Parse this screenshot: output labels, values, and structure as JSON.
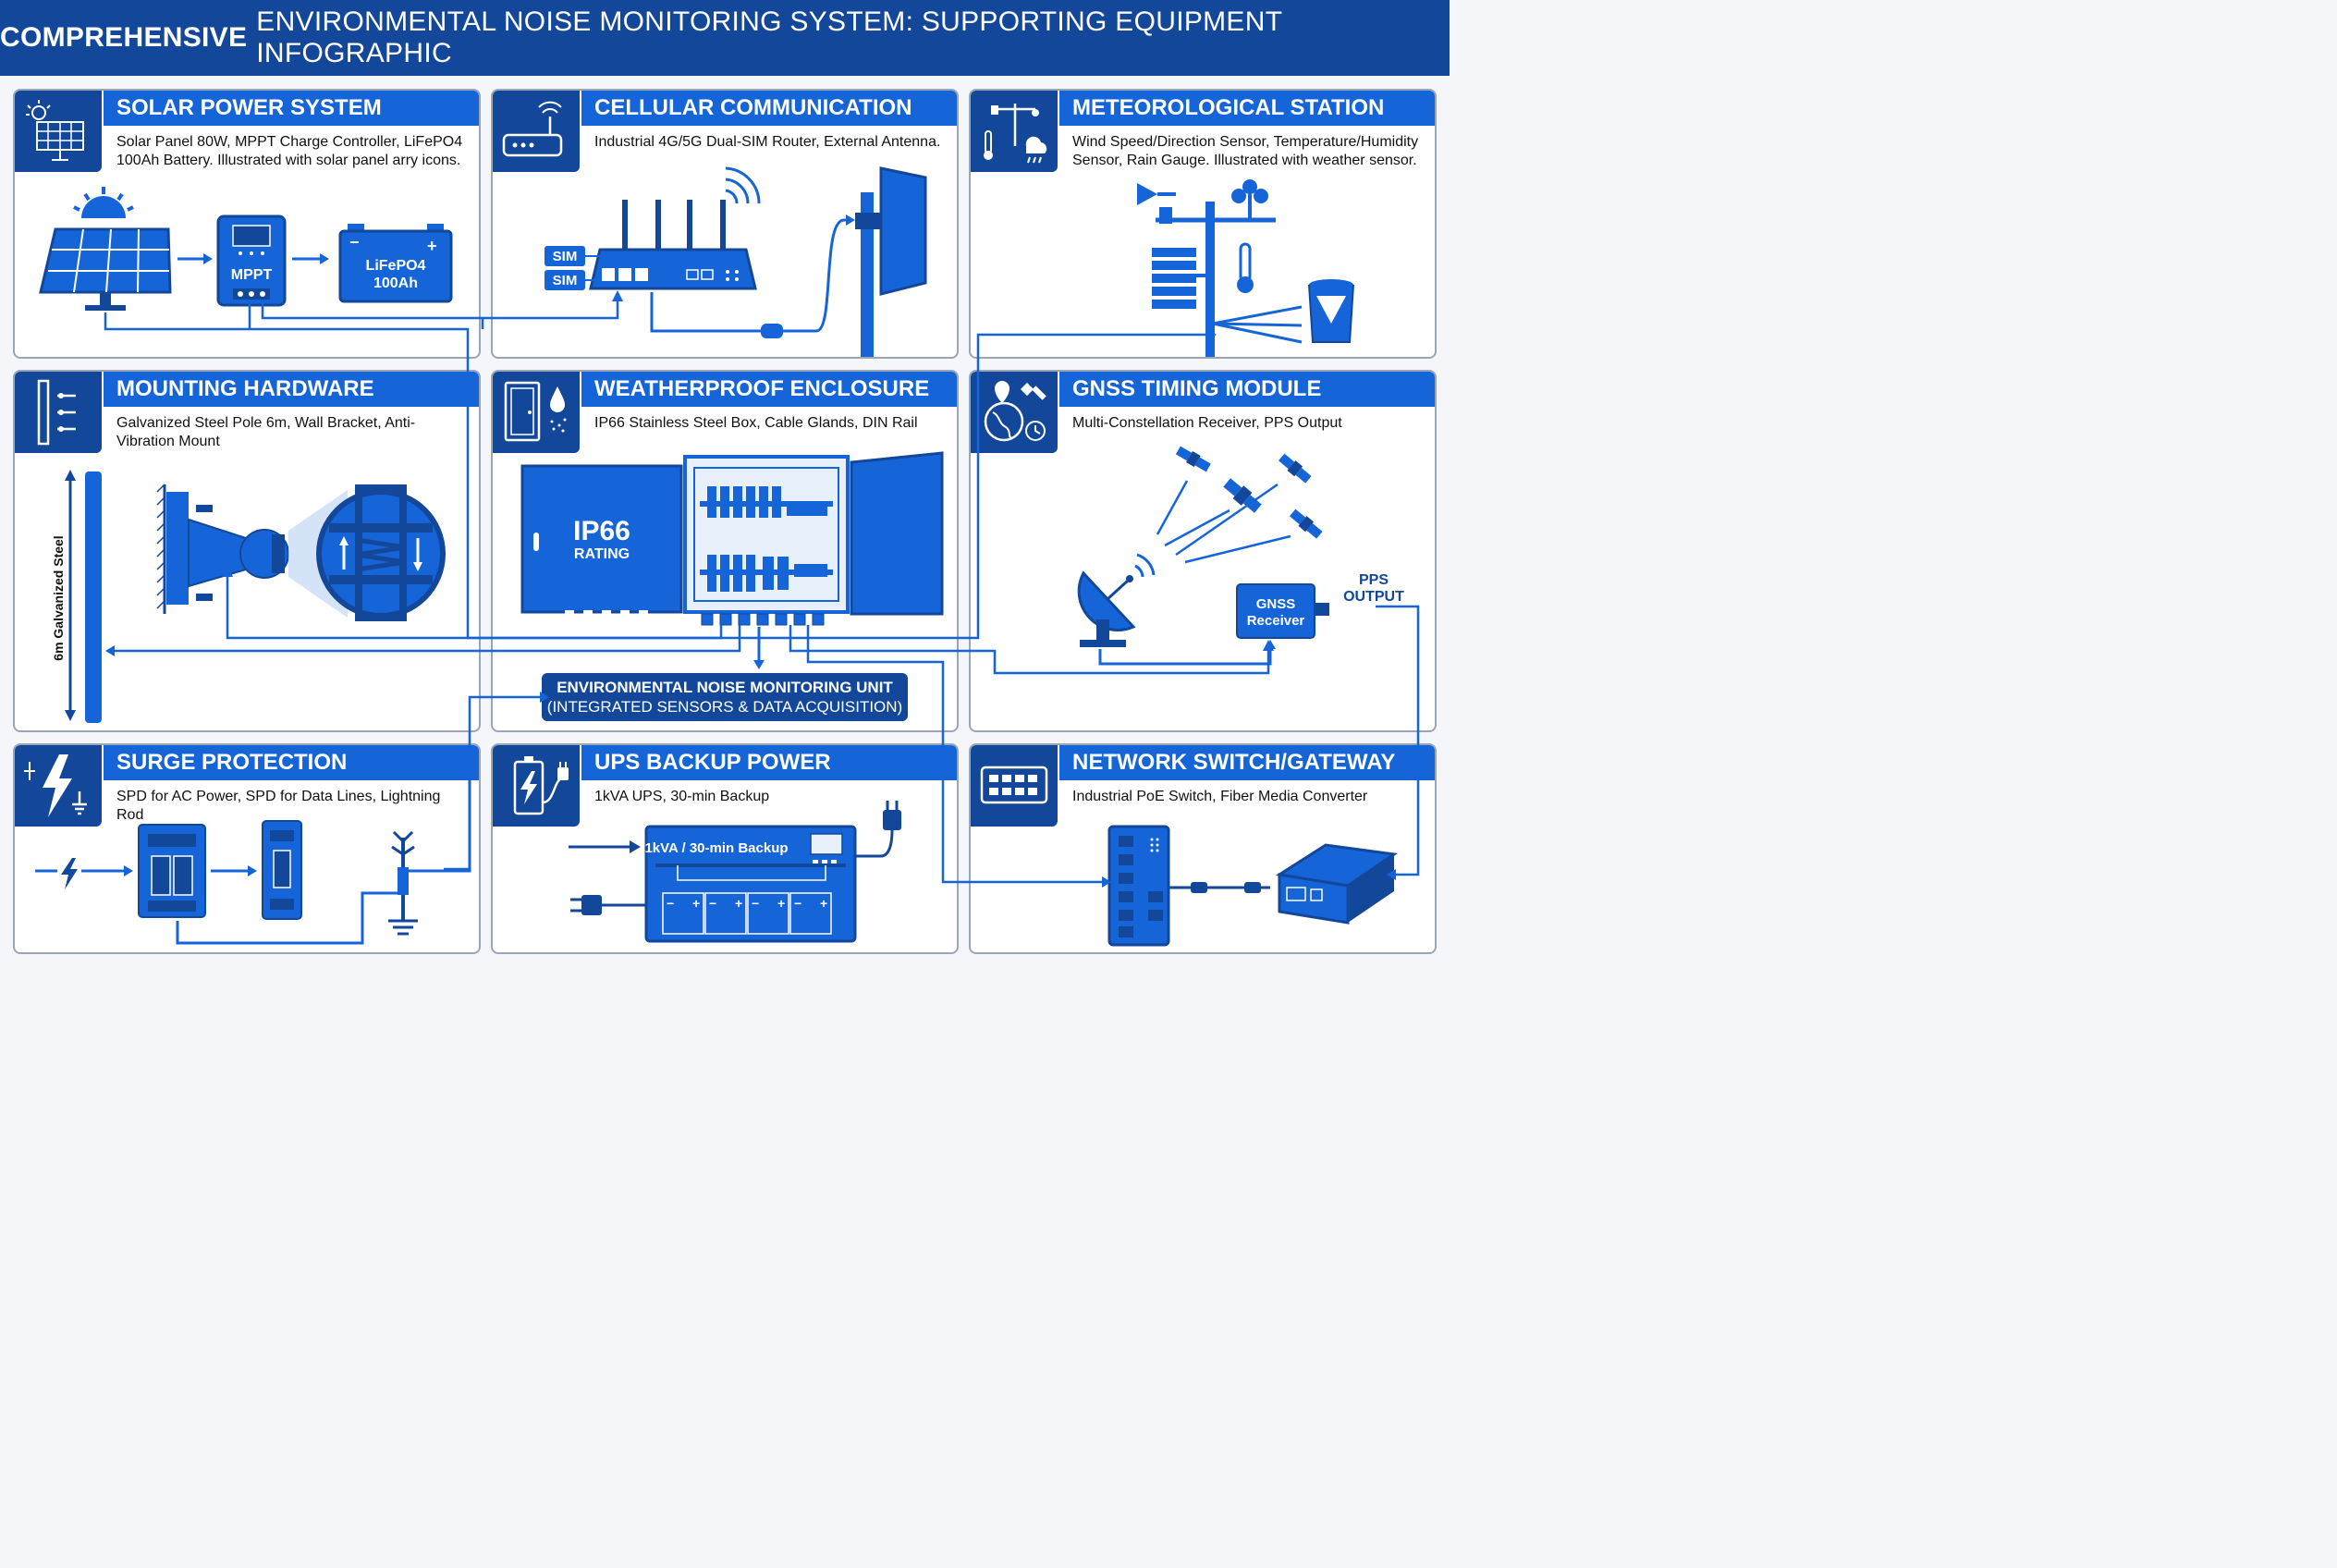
{
  "title": {
    "bold": "COMPREHENSIVE",
    "rest": "ENVIRONMENTAL NOISE MONITORING SYSTEM: SUPPORTING EQUIPMENT INFOGRAPHIC"
  },
  "colors": {
    "navy": "#13479a",
    "blue": "#1565d8",
    "light": "#e8f0fb"
  },
  "panels": {
    "solar": {
      "title": "SOLAR POWER SYSTEM",
      "desc": "Solar Panel 80W, MPPT Charge Controller, LiFePO4 100Ah Battery. Illustrated with solar panel arry icons.",
      "icon": "solar-panel-icon",
      "mppt_label": "MPPT",
      "battery_line1": "LiFePO4",
      "battery_line2": "100Ah"
    },
    "cellular": {
      "title": "CELLULAR COMMUNICATION",
      "desc": "Industrial 4G/5G Dual-SIM Router, External Antenna.",
      "icon": "router-icon",
      "sim1": "SIM",
      "sim2": "SIM"
    },
    "meteo": {
      "title": "METEOROLOGICAL STATION",
      "desc": "Wind Speed/Direction Sensor, Temperature/Humidity Sensor, Rain Gauge. Illustrated with weather sensor.",
      "icon": "weather-station-icon"
    },
    "mounting": {
      "title": "MOUNTING HARDWARE",
      "desc": "Galvanized Steel Pole 6m, Wall Bracket, Anti-Vibration Mount",
      "icon": "pole-icon",
      "pole_label": "6m Galvanized Steel"
    },
    "enclosure": {
      "title": "WEATHERPROOF ENCLOSURE",
      "desc": "IP66 Stainless Steel Box, Cable Glands, DIN Rail",
      "icon": "enclosure-icon",
      "rating_big": "IP66",
      "rating_small": "RATING"
    },
    "gnss": {
      "title": "GNSS TIMING MODULE",
      "desc": "Multi-Constellation Receiver, PPS Output",
      "icon": "satellite-globe-icon",
      "receiver_line1": "GNSS",
      "receiver_line2": "Receiver",
      "pps_line1": "PPS",
      "pps_line2": "OUTPUT"
    },
    "surge": {
      "title": "SURGE PROTECTION",
      "desc": "SPD for AC Power, SPD for Data Lines, Lightning Rod",
      "icon": "lightning-icon"
    },
    "ups": {
      "title": "UPS BACKUP POWER",
      "desc": "1kVA UPS, 30-min Backup",
      "icon": "battery-plug-icon",
      "unit_label": "1kVA / 30-min Backup"
    },
    "network": {
      "title": "NETWORK SWITCH/GATEWAY",
      "desc": "Industrial PoE Switch, Fiber Media Converter",
      "icon": "switch-icon"
    }
  },
  "central_unit": {
    "line1": "ENVIRONMENTAL NOISE MONITORING UNIT",
    "line2": "(INTEGRATED SENSORS & DATA ACQUISITION)"
  }
}
